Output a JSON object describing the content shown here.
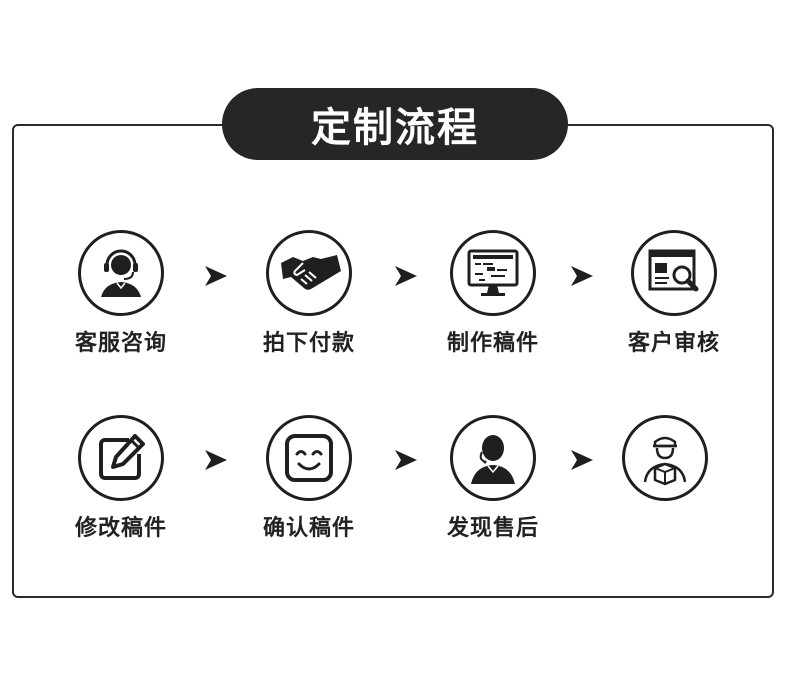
{
  "title": "定制流程",
  "steps_row1": [
    {
      "label": "客服咨询",
      "icon": "customer-service-icon"
    },
    {
      "label": "拍下付款",
      "icon": "handshake-icon"
    },
    {
      "label": "制作稿件",
      "icon": "monitor-design-icon"
    },
    {
      "label": "客户审核",
      "icon": "document-search-icon"
    }
  ],
  "steps_row2": [
    {
      "label": "修改稿件",
      "icon": "edit-icon"
    },
    {
      "label": "确认稿件",
      "icon": "smiley-confirm-icon"
    },
    {
      "label": "发现售后",
      "icon": "after-sales-agent-icon"
    },
    {
      "label": "",
      "icon": "delivery-courier-icon"
    }
  ],
  "arrow_icon": "arrow-right-icon",
  "colors": {
    "dark": "#262626",
    "border": "#2b2b2b",
    "background": "#ffffff",
    "text": "#222222"
  }
}
